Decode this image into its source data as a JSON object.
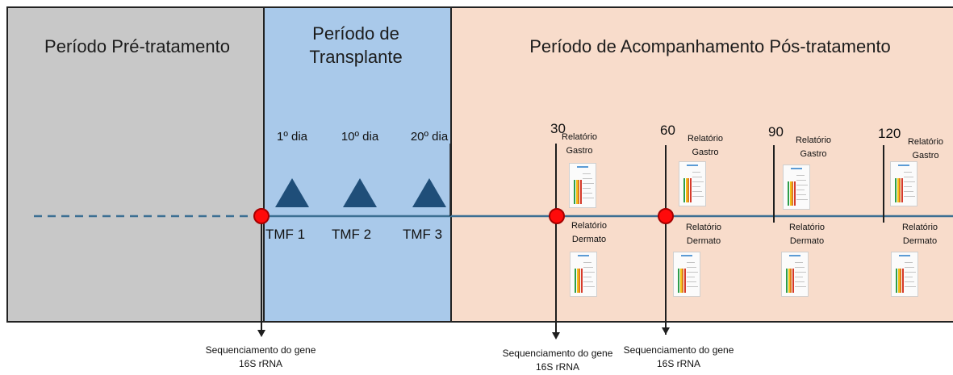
{
  "periods": {
    "pre": "Período Pré-tratamento",
    "transplant": "Período de Transplante",
    "post": "Período de Acompanhamento Pós-tratamento"
  },
  "transplant_days": [
    {
      "label": "1º dia",
      "tmf": "TMF 1"
    },
    {
      "label": "10º dia",
      "tmf": "TMF 2"
    },
    {
      "label": "20º dia",
      "tmf": "TMF 3"
    }
  ],
  "followup_days": [
    "30",
    "60",
    "90",
    "120"
  ],
  "reports": {
    "gastro": "Relatório Gastro",
    "dermato": "Relatório Dermato"
  },
  "sequencing_label": "Sequenciamento do gene 16S rRNA",
  "colors": {
    "pre": "#c8c8c8",
    "transplant": "#a9c9ea",
    "post": "#f8dccb",
    "timeline": "#3c6f93",
    "marker": "#ff0a0a",
    "triangle": "#1f4e79"
  }
}
